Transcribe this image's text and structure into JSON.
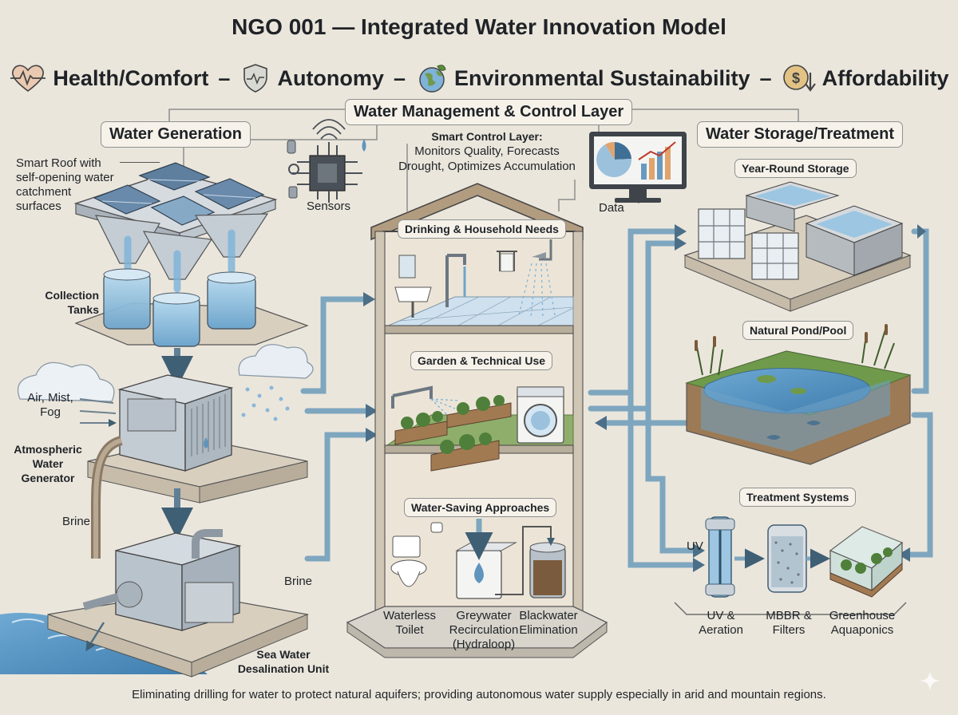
{
  "header": {
    "title": "NGO 001 — Integrated Water Innovation Model",
    "values": [
      {
        "label": "Health/Comfort",
        "icon": "heart-pulse-icon"
      },
      {
        "label": "Autonomy",
        "icon": "shield-icon"
      },
      {
        "label": "Environmental Sustainability",
        "icon": "globe-leaf-icon"
      },
      {
        "label": "Affordability",
        "icon": "coin-down-icon"
      }
    ],
    "separator": "–"
  },
  "control_layer": {
    "label": "Water Management & Control Layer",
    "smart_title": "Smart Control Layer:",
    "smart_desc_1": "Monitors Quality, Forecasts",
    "smart_desc_2": "Drought, Optimizes Accumulation",
    "sensors_label": "Sensors",
    "data_label": "Data"
  },
  "generation": {
    "heading": "Water Generation",
    "roof_label_1": "Smart Roof with",
    "roof_label_2": "self-opening water",
    "roof_label_3": "catchment",
    "roof_label_4": "surfaces",
    "tanks_label_1": "Collection",
    "tanks_label_2": "Tanks",
    "air_label_1": "Air, Mist,",
    "air_label_2": "Fog",
    "awg_label_1": "Atmospheric",
    "awg_label_2": "Water",
    "awg_label_3": "Generator",
    "brine_left": "Brine",
    "brine_bottom": "Brine",
    "desal_label_1": "Sea Water",
    "desal_label_2": "Desalination Unit"
  },
  "house": {
    "floor1": "Drinking & Household Needs",
    "floor2": "Garden & Technical Use",
    "floor3": "Water-Saving Approaches",
    "saving_items": [
      {
        "line1": "Waterless",
        "line2": "Toilet",
        "line3": ""
      },
      {
        "line1": "Greywater",
        "line2": "Recirculation",
        "line3": "(Hydraloop)"
      },
      {
        "line1": "Blackwater",
        "line2": "Elimination",
        "line3": ""
      }
    ]
  },
  "storage": {
    "heading": "Water Storage/Treatment",
    "year_round": "Year-Round Storage",
    "pond": "Natural Pond/Pool",
    "treatment": "Treatment Systems",
    "uv_tag": "UV",
    "treatment_items": [
      {
        "line1": "UV &",
        "line2": "Aeration"
      },
      {
        "line1": "MBBR &",
        "line2": "Filters"
      },
      {
        "line1": "Greenhouse",
        "line2": "Aquaponics"
      }
    ]
  },
  "footer": {
    "text": "Eliminating drilling for water to protect natural aquifers; providing autonomous water supply especially in arid and mountain regions."
  },
  "colors": {
    "background": "#ebe6dc",
    "water": "#a8cde6",
    "water_dark": "#5f95bd",
    "pipe": "#7ea6bf",
    "metal": "#c9d1d8",
    "platform": "#d8cfbf",
    "earth": "#9c7a55",
    "grass": "#6f9a4b",
    "wall": "#ece5d7",
    "roof": "#b29c80"
  }
}
